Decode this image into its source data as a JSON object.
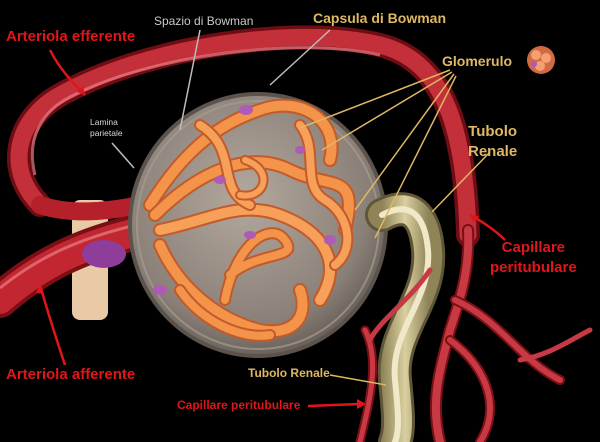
{
  "labels": {
    "arteriola_efferente": "Arteriola efferente",
    "spazio_di_bowman": "Spazio di Bowman",
    "capsula_di_bowman": "Capsula di Bowman",
    "glomerulo": "Glomerulo",
    "lamina_parietale_line1": "Lamina",
    "lamina_parietale_line2": "parietale",
    "tubolo_renale_top_line1": "Tubolo",
    "tubolo_renale_top_line2": "Renale",
    "capillare_peritubulare_right_line1": "Capillare",
    "capillare_peritubulare_right_line2": "peritubulare",
    "arteriola_afferente": "Arteriola afferente",
    "tubolo_renale_bottom": "Tubolo Renale",
    "capillare_peritubulare_bottom": "Capillare peritubulare"
  },
  "colors": {
    "background": "#000000",
    "label_red": "#e0161b",
    "label_gold": "#dfb862",
    "label_grey": "#c9c9c9",
    "vessel_red": "#b5202a",
    "capsule": "#8f857c",
    "glomerulus": "#f08a3c",
    "tubule": "#c9bc8c"
  }
}
